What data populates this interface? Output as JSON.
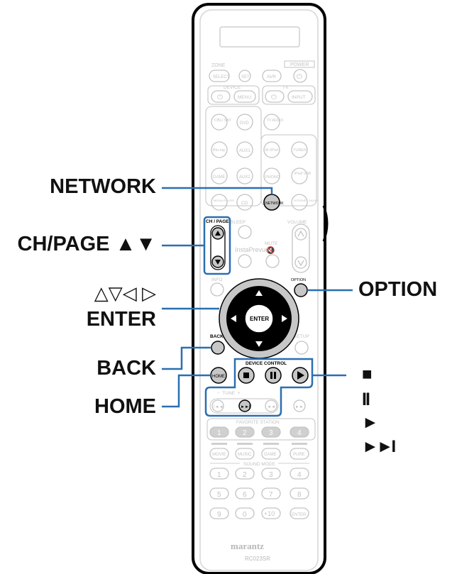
{
  "callouts": {
    "network": "NETWORK",
    "ch_page": "CH/PAGE ▲▼",
    "cursor": "△▽◁ ▷",
    "enter": "ENTER",
    "back": "BACK",
    "home": "HOME",
    "option": "OPTION",
    "stop": "■",
    "pause": "II",
    "play": "►",
    "skip": "►►I"
  },
  "remote": {
    "labels": {
      "zone": "ZONE",
      "power": "POWER",
      "select": "SELECT",
      "set": "SET",
      "avr": "AVR",
      "device": "DEVICE",
      "menu": "MENU",
      "tv": "TV",
      "input": "INPUT",
      "cbl_sat": "CBL/ SAT",
      "dvd": "DVD",
      "tv_audio": "TV AUDIO",
      "bluray": "Blu-ray",
      "aux1": "AUX1",
      "mport": "M-XPort",
      "tuner": "TUNER",
      "game": "GAME",
      "aux2": "AUX2",
      "phono": "PHONO",
      "ipod_usb": "iPod/ USB",
      "media_player": "MEDIA PLAYER",
      "cd": "CD",
      "network": "NETWORK",
      "internet_radio": "INTERNET RADIO",
      "ch_page": "CH / PAGE",
      "sleep": "SLEEP",
      "volume": "VOLUME",
      "mute": "MUTE",
      "instaprevue": "InstaPrevue",
      "info": "INFO",
      "option": "OPTION",
      "enter": "ENTER",
      "back": "BACK",
      "setup": "SETUP",
      "device_control": "DEVICE CONTROL",
      "home": "HOME",
      "tune": "TUNE",
      "favorite_station": "FAVORITE STATION",
      "fav1": "1",
      "fav2": "2",
      "fav3": "3",
      "fav4": "4",
      "movie": "MOVIE",
      "music": "MUSIC",
      "game_mode": "GAME",
      "pure": "PURE",
      "sound_mode": "SOUND MODE",
      "n1": "1",
      "n2": "2",
      "n3": "3",
      "n4": "4",
      "n5": "5",
      "n6": "6",
      "n7": "7",
      "n8": "8",
      "n9": "9",
      "n0": "0",
      "n10": "+10",
      "enter_small": "ENTER",
      "brand": "marantz",
      "model": "RC023SR"
    }
  },
  "colors": {
    "highlight": "#2a6fb0",
    "callout_line": "#2a6fb0",
    "active_button": "#c7c7c7",
    "faded": "#c9c9c9"
  }
}
